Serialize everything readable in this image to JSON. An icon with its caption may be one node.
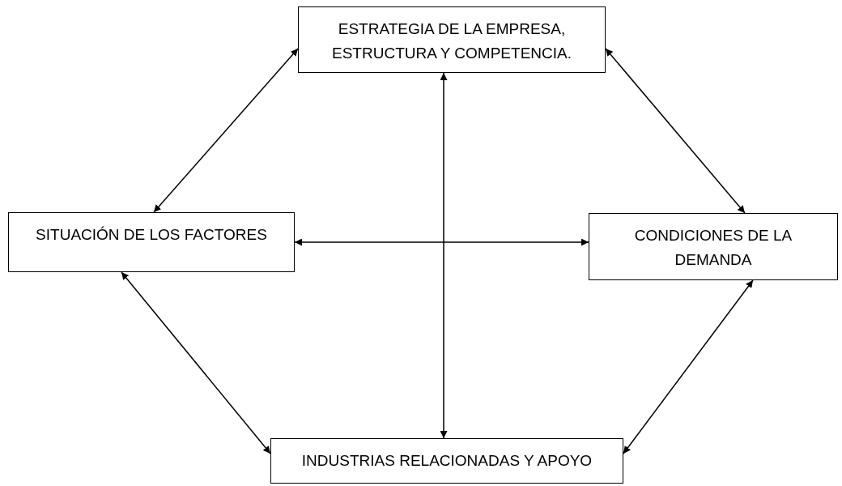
{
  "diagram": {
    "nodes": [
      {
        "text": [
          "ESTRATEGIA DE LA EMPRESA, ESTRUCTURA Y COMPETENCIA."
        ]
      },
      {
        "text": [
          "SITUACIÓN DE LOS FACTORES"
        ]
      },
      {
        "text": [
          "CONDICIONES DE LA DEMANDA"
        ]
      },
      {
        "text": [
          "INDUSTRIAS RELACIONADAS Y APOYO"
        ]
      }
    ],
    "edges": [
      {
        "from": 0,
        "to": 1,
        "arrow": "both"
      },
      {
        "from": 0,
        "to": 2,
        "arrow": "both"
      },
      {
        "from": 1,
        "to": 3,
        "arrow": "both"
      },
      {
        "from": 2,
        "to": 3,
        "arrow": "both"
      },
      {
        "from": 0,
        "to": 3,
        "arrow": "both"
      },
      {
        "from": 1,
        "to": 2,
        "arrow": "both"
      }
    ]
  }
}
